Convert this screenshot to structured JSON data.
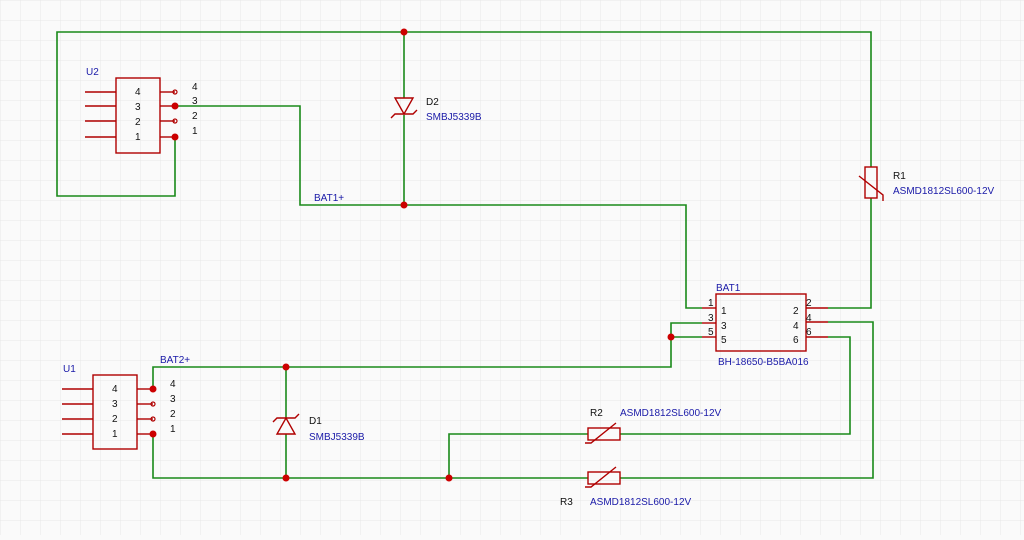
{
  "colors": {
    "wire": "#1a8a1a",
    "component": "#b00000",
    "label_blue": "#1a1aa8",
    "grid": "#e8e8e8",
    "background": "#fafafa"
  },
  "components": {
    "u2": {
      "ref": "U2",
      "pins": [
        "4",
        "3",
        "2",
        "1"
      ],
      "outer_pins": [
        "4",
        "3",
        "2",
        "1"
      ]
    },
    "u1": {
      "ref": "U1",
      "pins": [
        "4",
        "3",
        "2",
        "1"
      ],
      "outer_pins": [
        "4",
        "3",
        "2",
        "1"
      ]
    },
    "d2": {
      "ref": "D2",
      "value": "SMBJ5339B"
    },
    "d1": {
      "ref": "D1",
      "value": "SMBJ5339B"
    },
    "r1": {
      "ref": "R1",
      "value": "ASMD1812SL600-12V"
    },
    "r2": {
      "ref": "R2",
      "value": "ASMD1812SL600-12V"
    },
    "r3": {
      "ref": "R3",
      "value": "ASMD1812SL600-12V"
    },
    "bat1": {
      "ref": "BAT1",
      "value": "BH-18650-B5BA016",
      "inner_left": [
        "1",
        "3",
        "5"
      ],
      "inner_right": [
        "2",
        "4",
        "6"
      ],
      "outer_left": [
        "1",
        "3",
        "5"
      ],
      "outer_right": [
        "2",
        "4",
        "6"
      ]
    }
  },
  "nets": {
    "bat1_plus": "BAT1+",
    "bat2_plus": "BAT2+"
  }
}
